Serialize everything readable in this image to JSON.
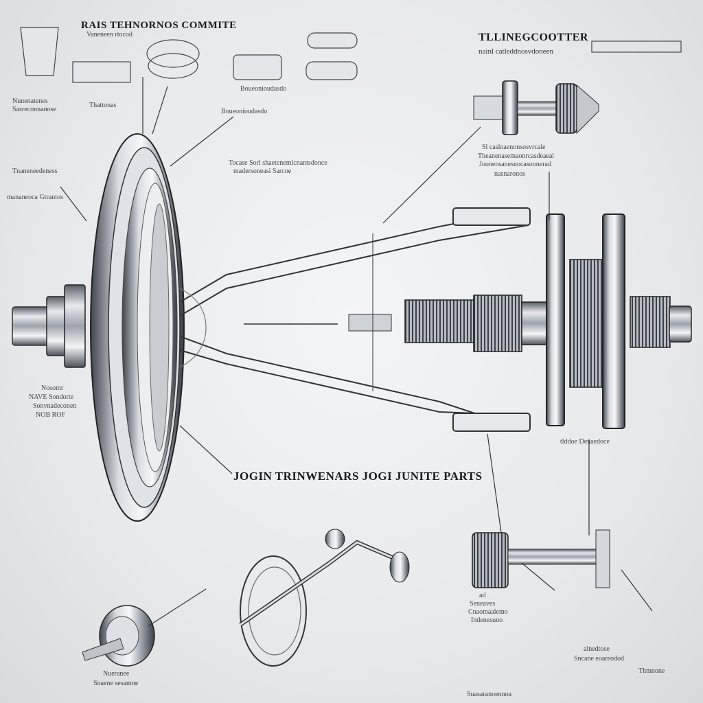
{
  "titles": {
    "top_left": "RAIS TEHNORNOS COMMITE",
    "top_right": "TLLINEGCOOTTER",
    "top_right_sub": "nainl catleddnosvdoneen",
    "center": "JOGIN TRINWENARS JOGI JUNITE PARTS"
  },
  "labels": {
    "tl_small": "Vaneneen rtocod",
    "tl_a1": "Nunenatenes",
    "tl_a2": "Sasreconnanose",
    "tl_b": "Thattonas",
    "tl_c": "Boueonioudasdo",
    "left_1": "Tnaneneedeness",
    "left_2": "mananeoca Gtrantos",
    "mid_1": "Tocase Sorl shaetenemlcnantsdonce",
    "mid_1b": "madersoneasi Sarcoe",
    "right_1": "Sl caslnaenonsosvrcaie",
    "right_2": "Theanenasemaonrcasdeaeal",
    "right_3": "Joonensanesnocasoonerad",
    "right_4": "nasnaronos",
    "left_mid_1": "Nosomr",
    "left_mid_2": "NAVE Sondorte",
    "left_mid_3": "Sonvnadeconen",
    "left_mid_4": "NOB ROF",
    "right_mid": "tlddoe Denaedoce",
    "bl_1": "Nueranee",
    "bl_2": "Snaene sesamne",
    "br_a1": "ad",
    "br_a2": "Seneaves",
    "br_a3": "Cnaomaalemo",
    "br_a4": "Indenesuno",
    "br_b1": "alnedtose",
    "br_b2": "Sncane eoareodod",
    "br_c": "Thmnone",
    "br_d": "Suasaranoennoa"
  }
}
